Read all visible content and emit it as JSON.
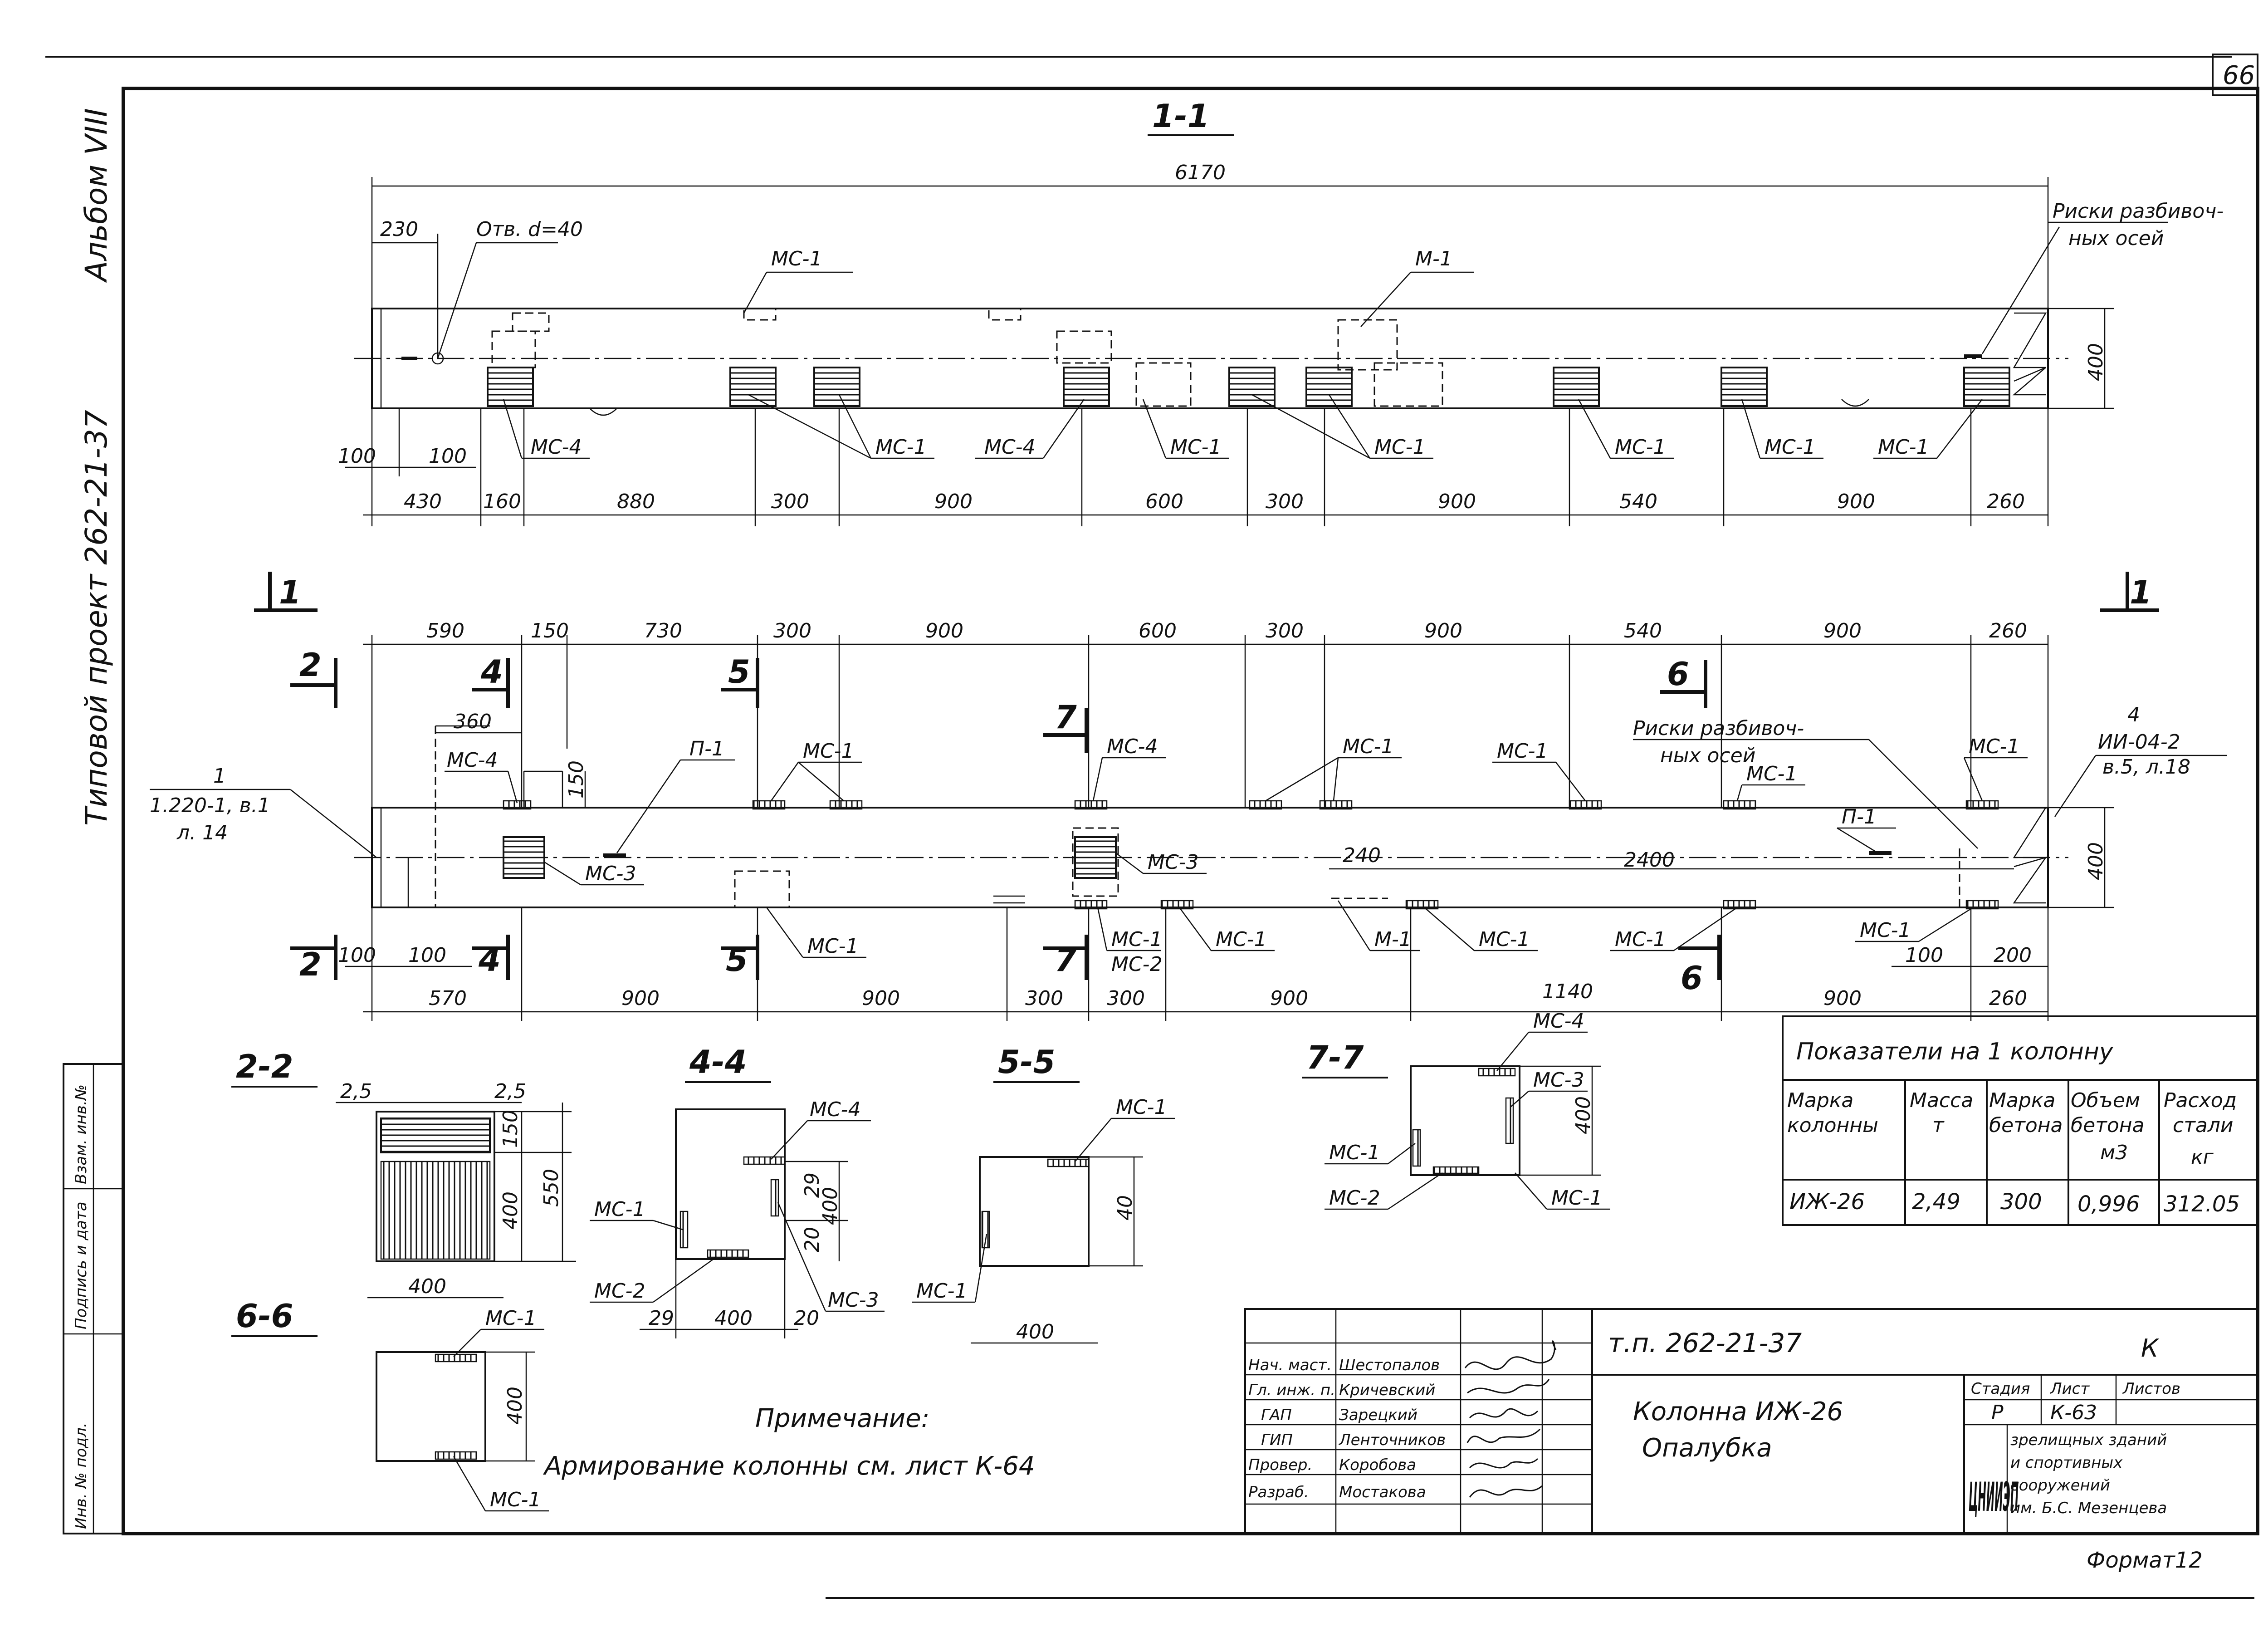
{
  "sheet": {
    "number": "66",
    "album": "Альбом VIII",
    "project": "Типовой проект 262-21-37",
    "format": "Формат12"
  },
  "side_stamp": [
    "Инв. № подл.",
    "Подпись и дата",
    "Взам. инв.№"
  ],
  "view_1_1": {
    "title": "1-1",
    "overall": "6170",
    "hole": "Отв. d=40",
    "dim_230": "230",
    "dim_400": "400",
    "dim_100a": "100",
    "dim_100b": "100",
    "risks": [
      "Риски разбивоч-",
      "ных осей"
    ],
    "bottom_dims": [
      "430",
      "160",
      "880",
      "300",
      "900",
      "600",
      "300",
      "900",
      "540",
      "900",
      "260"
    ],
    "labels": {
      "mc1_top": "МС-1",
      "m1": "М-1",
      "mc4_left": "МС-4",
      "mc1_a": "МС-1",
      "mc4_mid": "МС-4",
      "mc1_b": "МС-1",
      "mc1_c": "МС-1",
      "mc1_d": "МС-1",
      "mc1_e": "МС-1",
      "mc1_f": "МС-1"
    }
  },
  "view_plan": {
    "cut_1_left": "1",
    "cut_1_right": "1",
    "top_dims": [
      "590",
      "150",
      "730",
      "300",
      "900",
      "600",
      "300",
      "900",
      "540",
      "900",
      "260"
    ],
    "bottom_dims": [
      "570",
      "900",
      "900",
      "300",
      "300",
      "900",
      "1140",
      "900",
      "260"
    ],
    "small_dims": {
      "d360": "360",
      "d150": "150",
      "d240": "240",
      "d2400": "2400",
      "d100a": "100",
      "d100b": "100",
      "d100c": "100",
      "d200": "200",
      "d400": "400"
    },
    "section_marks": {
      "s2a": "2",
      "s2b": "2",
      "s4a": "4",
      "s4b": "4",
      "s5a": "5",
      "s5b": "5",
      "s7a": "7",
      "s7b": "7",
      "s6a": "6",
      "s6b": "6"
    },
    "note_left": [
      "1",
      "1.220-1, в.1",
      "л. 14"
    ],
    "note_right": [
      "4",
      "ИИ-04-2",
      "в.5, л.18"
    ],
    "risks": [
      "Риски разбивоч-",
      "ных осей"
    ],
    "labels": {
      "mc4": "МС-4",
      "p1a": "П-1",
      "mc1a": "МС-1",
      "mc4b": "МС-4",
      "mc1b": "МС-1",
      "mc1c": "МС-1",
      "mc1d": "МС-1",
      "mc1e": "МС-1",
      "mc3a": "МС-3",
      "mc3b": "МС-3",
      "p1b": "П-1",
      "mc1f": "МС-1",
      "mc1g": "МС-1",
      "mc2": "МС-2",
      "mc1h": "МС-1",
      "m1": "М-1",
      "mc1i": "МС-1",
      "mc1j": "МС-1",
      "mc1k": "МС-1"
    }
  },
  "sections": {
    "s2_2": {
      "title": "2-2",
      "d25a": "2,5",
      "d25b": "2,5",
      "d150": "150",
      "d400v": "400",
      "d550": "550",
      "d400h": "400"
    },
    "s6_6": {
      "title": "6-6",
      "mc1a": "МС-1",
      "mc1b": "МС-1",
      "d400": "400"
    },
    "s4_4": {
      "title": "4-4",
      "mc4": "МС-4",
      "mc1": "МС-1",
      "mc2": "МС-2",
      "mc3": "МС-3",
      "d29a": "29",
      "d29b": "29",
      "d20a": "20",
      "d20b": "20",
      "d400v": "400",
      "d400h": "400"
    },
    "s5_5": {
      "title": "5-5",
      "mc1a": "МС-1",
      "mc1b": "МС-1",
      "d40": "40",
      "d400": "400"
    },
    "s7_7": {
      "title": "7-7",
      "mc4": "МС-4",
      "mc3": "МС-3",
      "mc1a": "МС-1",
      "mc2": "МС-2",
      "mc1b": "МС-1",
      "d400": "400"
    }
  },
  "note": {
    "title": "Примечание:",
    "text": "Армирование колонны см. лист К-64"
  },
  "indicators": {
    "title": "Показатели на 1 колонну",
    "headers": [
      [
        "Марка",
        "колонны"
      ],
      [
        "Масса",
        "т"
      ],
      [
        "Марка",
        "бетона"
      ],
      [
        "Объем",
        "бетона",
        "м3"
      ],
      [
        "Расход",
        "стали",
        "кг"
      ]
    ],
    "row": [
      "ИЖ-26",
      "2,49",
      "300",
      "0,996",
      "312.05"
    ]
  },
  "title_block": {
    "doc": "т.п. 262-21-37",
    "mark": "К",
    "name": [
      "Колонна ИЖ-26",
      "Опалубка"
    ],
    "stage_h": "Стадия",
    "sheet_h": "Лист",
    "sheets_h": "Листов",
    "stage": "Р",
    "sheet": "К-63",
    "org_logo": "ЦНИИЭП",
    "org": [
      "зрелищных зданий",
      "и спортивных",
      "сооружений",
      "им. Б.С. Мезенцева"
    ],
    "people": [
      [
        "Нач. маст.",
        "Шестопалов"
      ],
      [
        "Гл. инж. п.",
        "Кричевский"
      ],
      [
        "ГАП",
        "Зарецкий"
      ],
      [
        "ГИП",
        "Ленточников"
      ],
      [
        "Провер.",
        "Коробова"
      ],
      [
        "Разраб.",
        "Мостакова"
      ]
    ]
  }
}
